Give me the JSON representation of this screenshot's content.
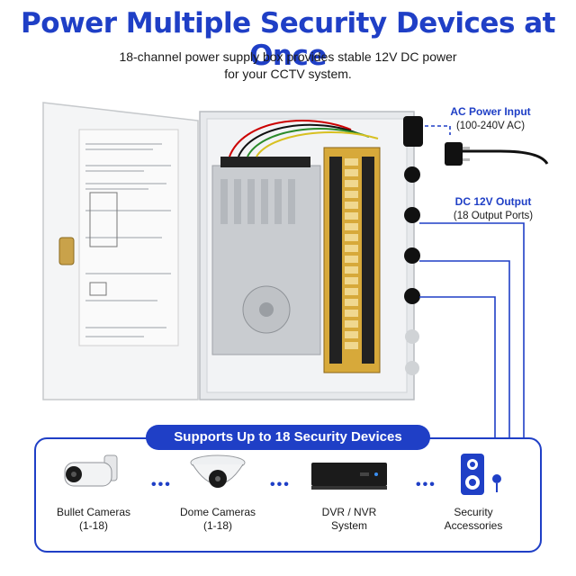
{
  "headline": "Power Multiple Security Devices at Once",
  "subline": {
    "line1": "18-channel power supply box provides stable 12V DC power",
    "line2": "for your CCTV system."
  },
  "callouts": {
    "ac": {
      "title": "AC Power Input",
      "detail": "(100-240V AC)"
    },
    "dc": {
      "title": "DC 12V Output",
      "detail": "(18 Output Ports)"
    }
  },
  "banner": "Supports Up to 18 Security Devices",
  "devices": [
    {
      "line1": "Bullet Cameras",
      "line2": "(1-18)"
    },
    {
      "line1": "Dome Cameras",
      "line2": "(1-18)"
    },
    {
      "line1": "DVR / NVR",
      "line2": "System"
    },
    {
      "line1": "Security",
      "line2": "Accessories"
    }
  ],
  "dots": "•••",
  "colors": {
    "brand_blue": "#1f3fc6",
    "box_grey": "#e9ecef",
    "terminal_gold": "#d7a93a"
  }
}
